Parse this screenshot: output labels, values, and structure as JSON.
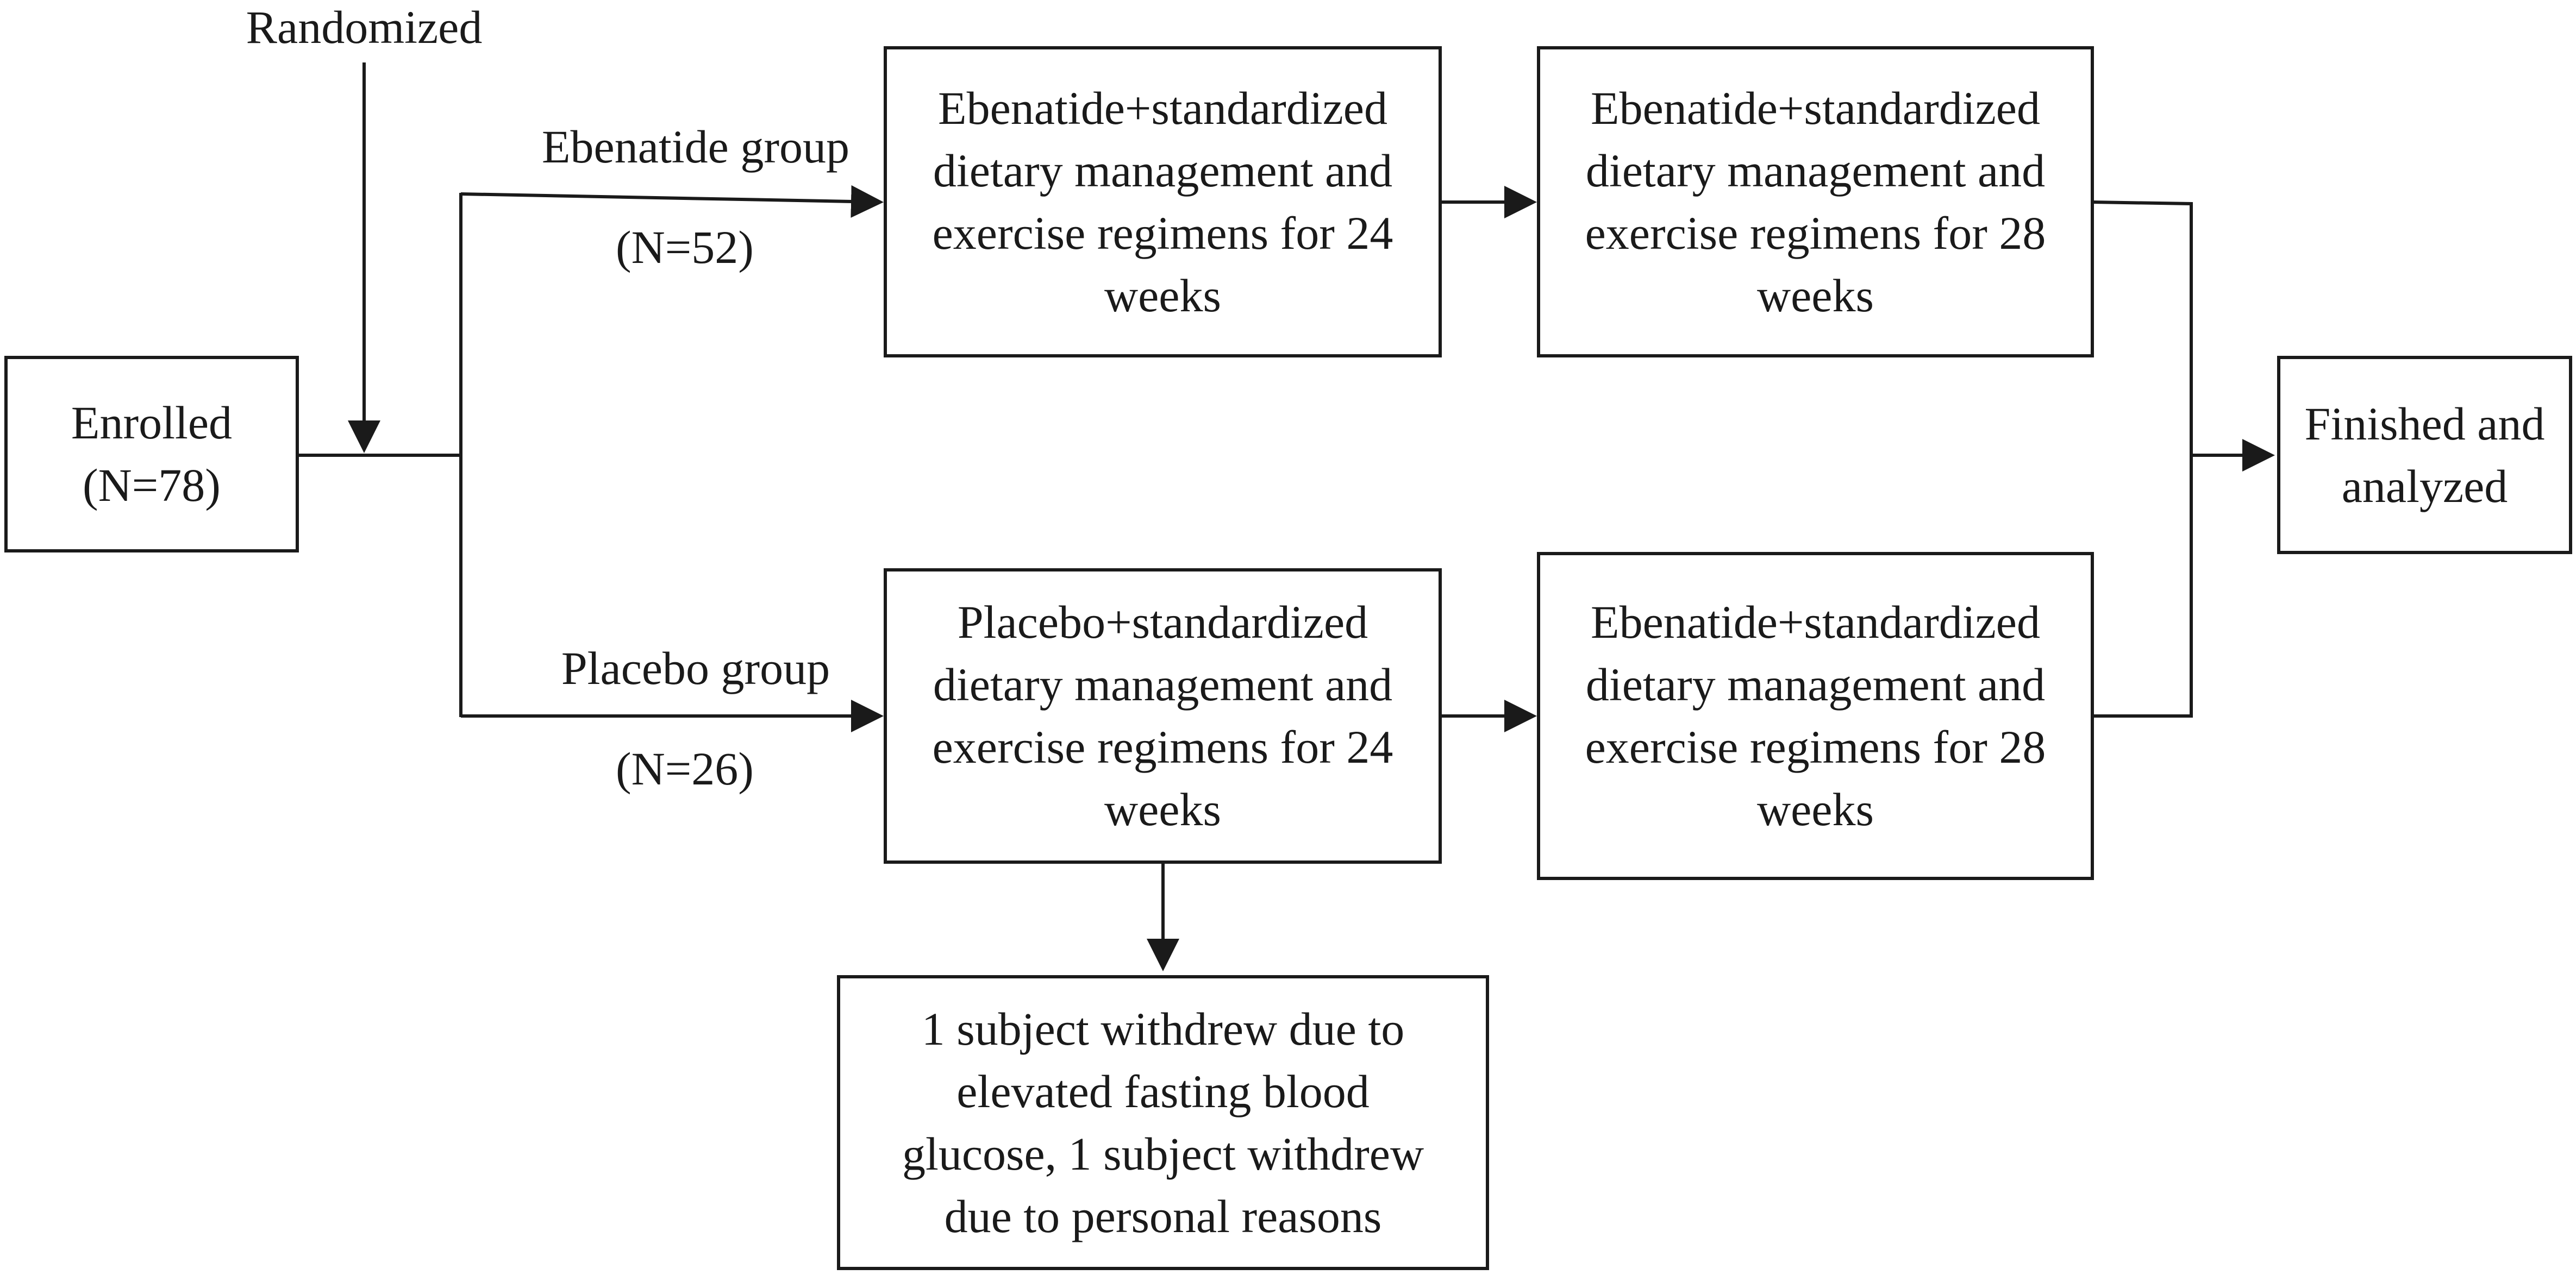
{
  "labels": {
    "randomized": "Randomized",
    "ebenatide_group": "Ebenatide group",
    "ebenatide_n": "(N=52)",
    "placebo_group": "Placebo group",
    "placebo_n": "(N=26)"
  },
  "boxes": {
    "enrolled": [
      "Enrolled",
      "(N=78)"
    ],
    "ebenatide_phase1": [
      "Ebenatide+standardized",
      "dietary management and",
      "exercise regimens for 24",
      "weeks"
    ],
    "ebenatide_phase2": [
      "Ebenatide+standardized",
      "dietary management and",
      "exercise regimens for 28",
      "weeks"
    ],
    "placebo_phase1": [
      "Placebo+standardized",
      "dietary management and",
      "exercise regimens for 24",
      "weeks"
    ],
    "placebo_phase2": [
      "Ebenatide+standardized",
      "dietary management and",
      "exercise regimens for 28",
      "weeks"
    ],
    "finished": [
      "Finished and",
      "analyzed"
    ],
    "withdrawal": [
      "1 subject withdrew due to",
      "elevated fasting blood",
      "glucose, 1 subject withdrew",
      "due to personal reasons"
    ]
  },
  "colors": {
    "stroke": "#1a1a1a",
    "background": "#ffffff"
  }
}
